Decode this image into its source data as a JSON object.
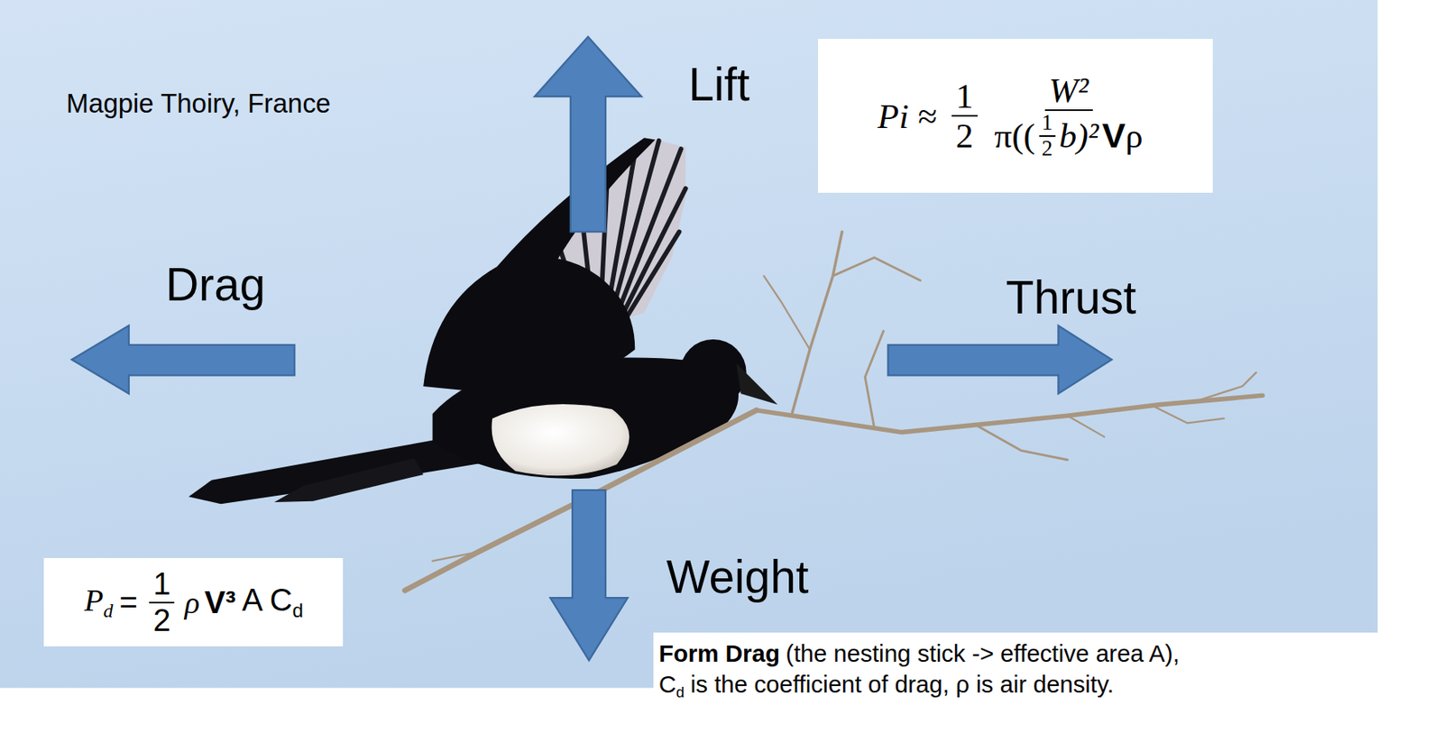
{
  "diagram": {
    "nodes": [
      {
        "text": [
          "Pi ≈",
          "1",
          "2",
          "W²",
          "π((",
          "1",
          "2",
          "b)²",
          "V",
          "ρ"
        ]
      },
      {
        "text": [
          "P",
          "d",
          "=",
          "1",
          "2",
          "ρ",
          "V³",
          "A C",
          "d"
        ]
      },
      {
        "text": [
          "Form Drag",
          "(the nesting stick -> effective area A),",
          "C",
          "d",
          "is the coefficient of drag, ρ is air density."
        ]
      }
    ],
    "labels": [
      "Magpie Thoiry, France",
      "Lift",
      "Drag",
      "Thrust",
      "Weight"
    ]
  }
}
